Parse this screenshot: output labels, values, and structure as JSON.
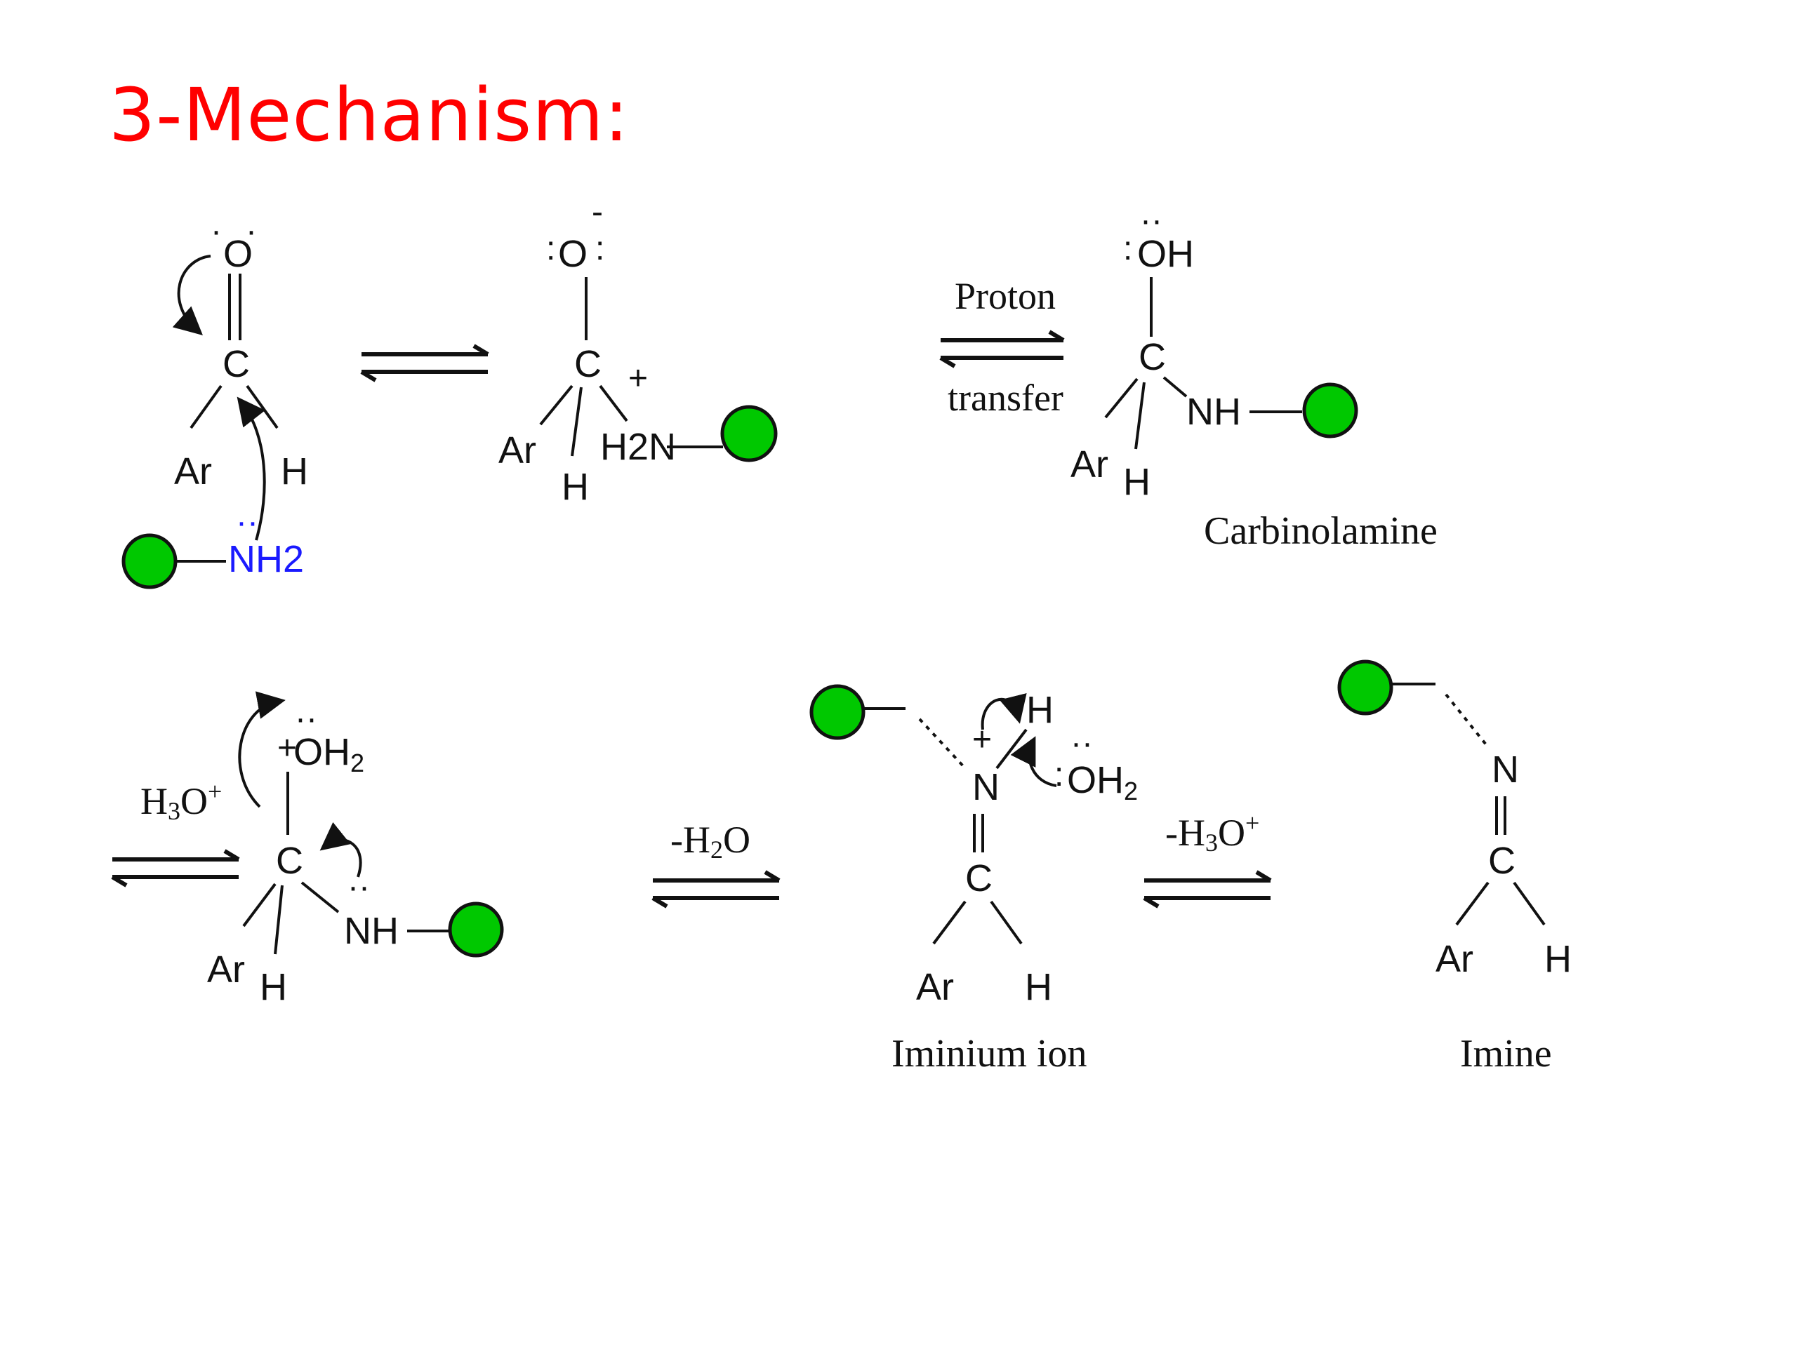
{
  "slide": {
    "title": "3-Mechanism:"
  },
  "colors": {
    "title": "#ff0000",
    "bead": "#00c800",
    "amine": "#1a1aff",
    "ink": "#111111"
  },
  "conditions": {
    "step2_top": "Proton",
    "step2_bottom": "transfer",
    "step3": "H3O+",
    "step4": "-H2O",
    "step5": "-H3O+"
  },
  "labels": {
    "carbinolamine": "Carbinolamine",
    "iminium": "Iminium ion",
    "imine": "Imine"
  },
  "atoms": {
    "ar": "Ar",
    "h": "H",
    "c": "C",
    "n": "N",
    "o": "O",
    "oh": "OH",
    "nh": "NH",
    "nh2": "NH2",
    "h2n": "H2N",
    "oh2": "OH2",
    "plus": "+",
    "minus": "-"
  }
}
